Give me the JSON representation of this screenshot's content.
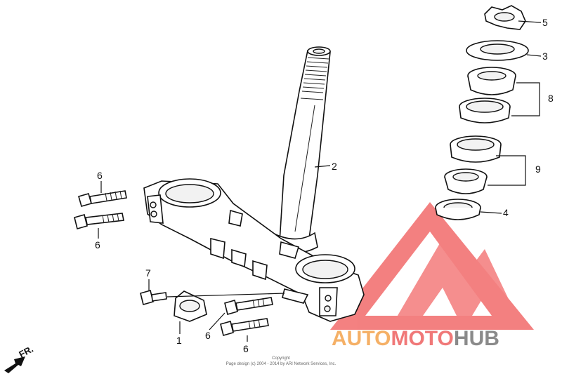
{
  "callouts": {
    "c1": "1",
    "c2": "2",
    "c3": "3",
    "c4": "4",
    "c5": "5",
    "c6a": "6",
    "c6b": "6",
    "c6c": "6",
    "c6d": "6",
    "c7": "7",
    "c8": "8",
    "c9": "9"
  },
  "direction": {
    "label": "FR."
  },
  "copyright": {
    "line1": "Copyright",
    "line2": "Page design (c) 2004 - 2014 by ARI Network Services, Inc."
  },
  "watermark": {
    "part1": "AUTO",
    "part2": "MOTO",
    "part3": "HUB",
    "colors": {
      "auto": "#f5b066",
      "moto": "#f07878",
      "hub": "#8a8a8a",
      "triangle": "#f26b6b"
    }
  }
}
